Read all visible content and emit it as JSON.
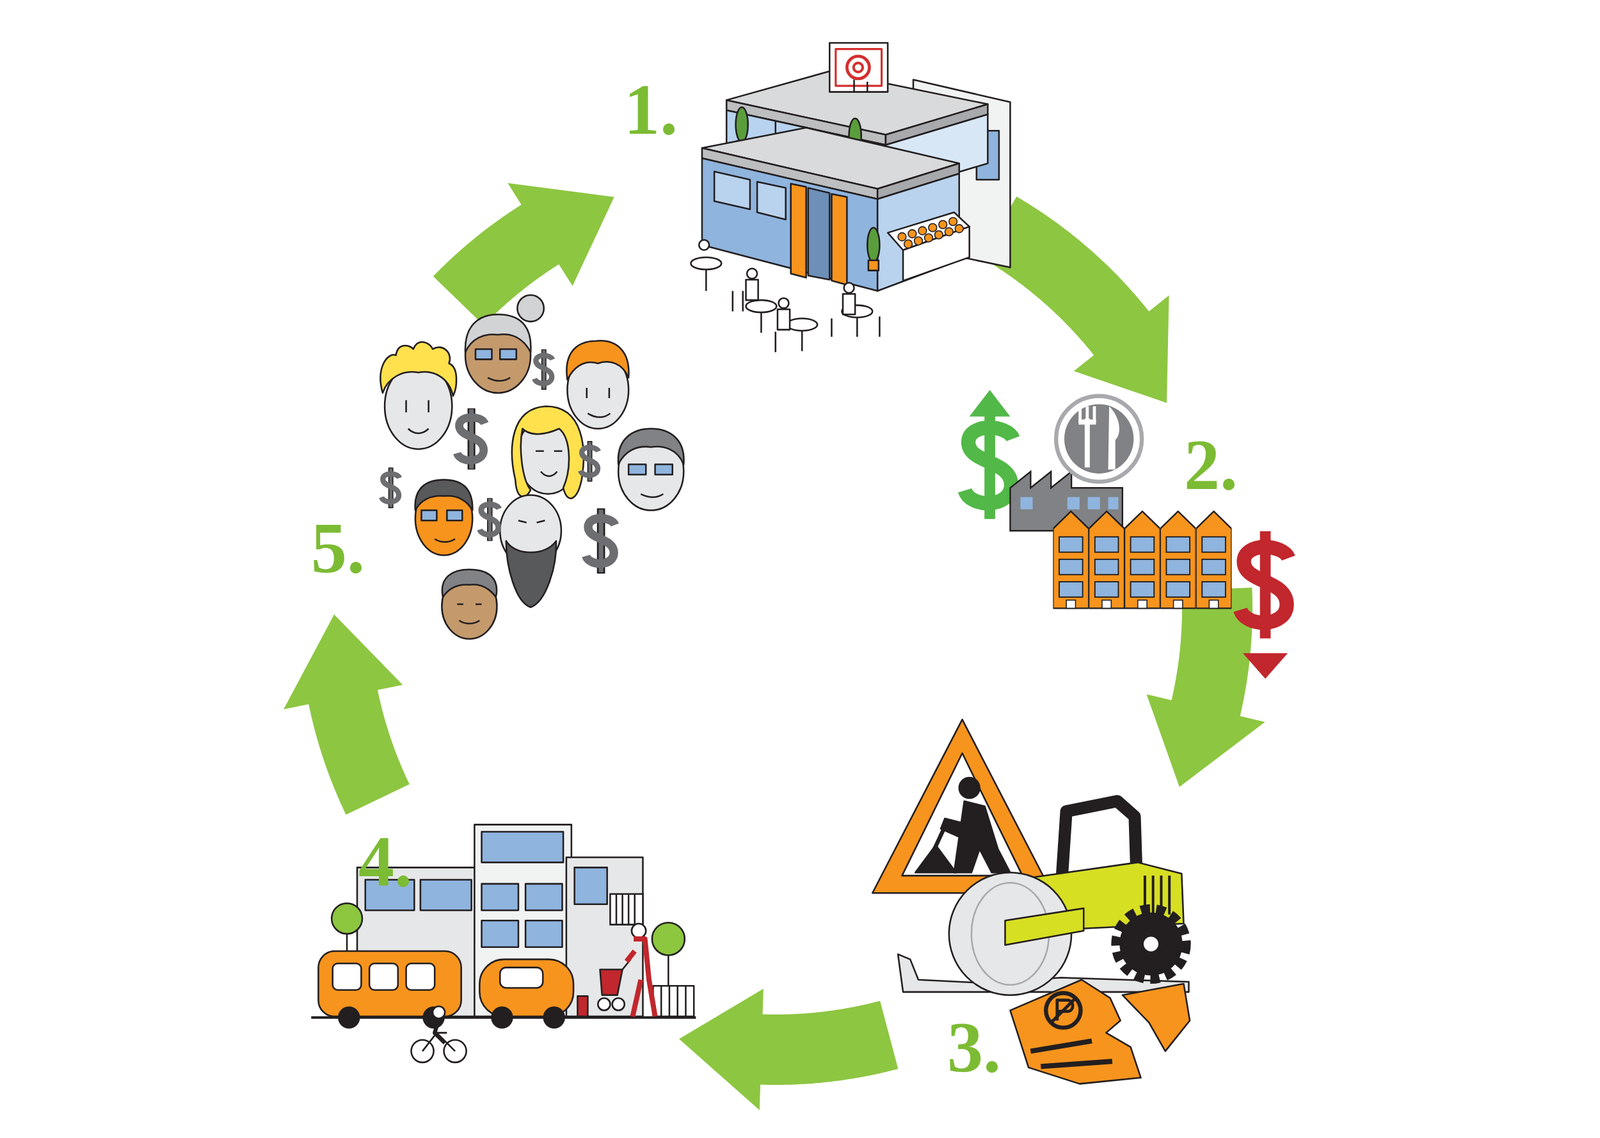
{
  "diagram": {
    "nodes": [
      {
        "text": [
          "1."
        ]
      },
      {
        "text": [
          "2."
        ]
      },
      {
        "text": [
          "3."
        ]
      },
      {
        "text": [
          "4."
        ]
      },
      {
        "text": [
          "5."
        ]
      }
    ],
    "edges": [
      {
        "from": 0,
        "to": 1,
        "arrow": "to"
      },
      {
        "from": 1,
        "to": 2,
        "arrow": "to"
      },
      {
        "from": 2,
        "to": 3,
        "arrow": "to"
      },
      {
        "from": 3,
        "to": 4,
        "arrow": "to"
      },
      {
        "from": 4,
        "to": 0,
        "arrow": "to"
      }
    ]
  }
}
